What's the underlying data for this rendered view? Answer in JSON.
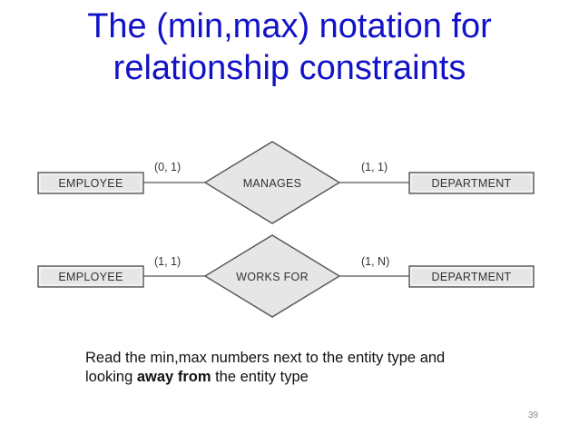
{
  "slide": {
    "title_line1": "The (min,max) notation for",
    "title_line2": "relationship constraints",
    "page_number": "39"
  },
  "diagram": {
    "row1": {
      "left_entity": "EMPLOYEE",
      "relationship": "MANAGES",
      "right_entity": "DEPARTMENT",
      "left_cardinality": "(0, 1)",
      "right_cardinality": "(1, 1)"
    },
    "row2": {
      "left_entity": "EMPLOYEE",
      "relationship": "WORKS FOR",
      "right_entity": "DEPARTMENT",
      "left_cardinality": "(1, 1)",
      "right_cardinality": "(1, N)"
    }
  },
  "caption": {
    "part1": "Read the min,max numbers next to the entity type and looking ",
    "emphasis": "away from",
    "part2": " the entity type"
  },
  "colors": {
    "title": "#1212c8",
    "shape_fill": "#e6e6e6",
    "shape_stroke": "#555555"
  }
}
